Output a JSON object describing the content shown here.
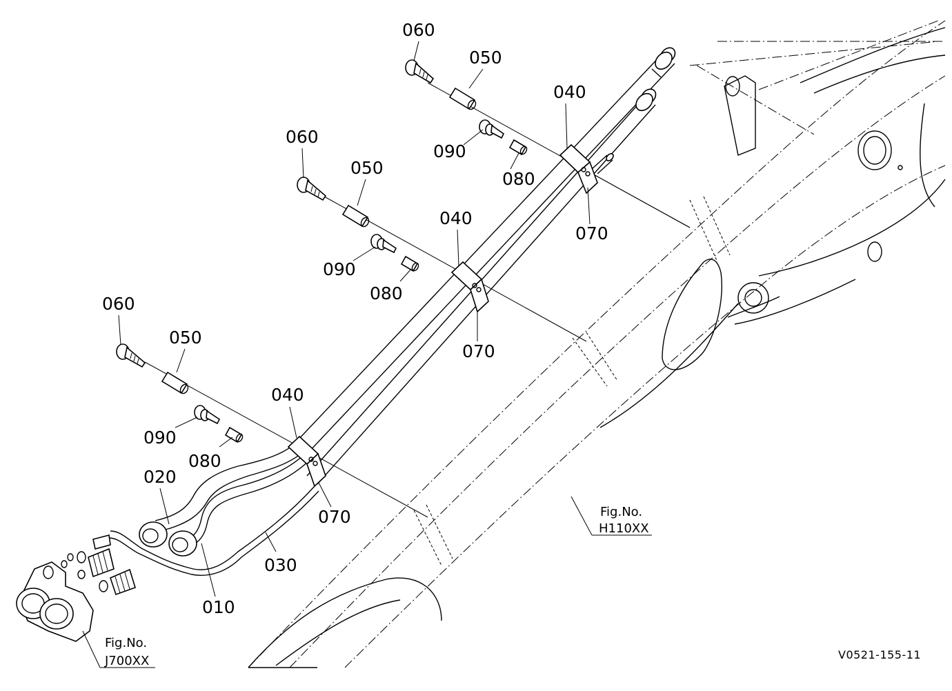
{
  "labels": {
    "p010": "010",
    "p020": "020",
    "p030": "030",
    "p040_top": "040",
    "p040_mid": "040",
    "p040_low": "040",
    "p050_top": "050",
    "p050_mid": "050",
    "p050_low": "050",
    "p060_top": "060",
    "p060_mid": "060",
    "p060_low": "060",
    "p070_top": "070",
    "p070_mid": "070",
    "p070_low": "070",
    "p080_top": "080",
    "p080_mid": "080",
    "p080_low": "080",
    "p090_top": "090",
    "p090_mid": "090",
    "p090_low": "090"
  },
  "references": {
    "fig_h_title": "Fig.No.",
    "fig_h_code": "H110XX",
    "fig_j_title": "Fig.No.",
    "fig_j_code": "J700XX"
  },
  "drawing_code": "V0521-155-11"
}
